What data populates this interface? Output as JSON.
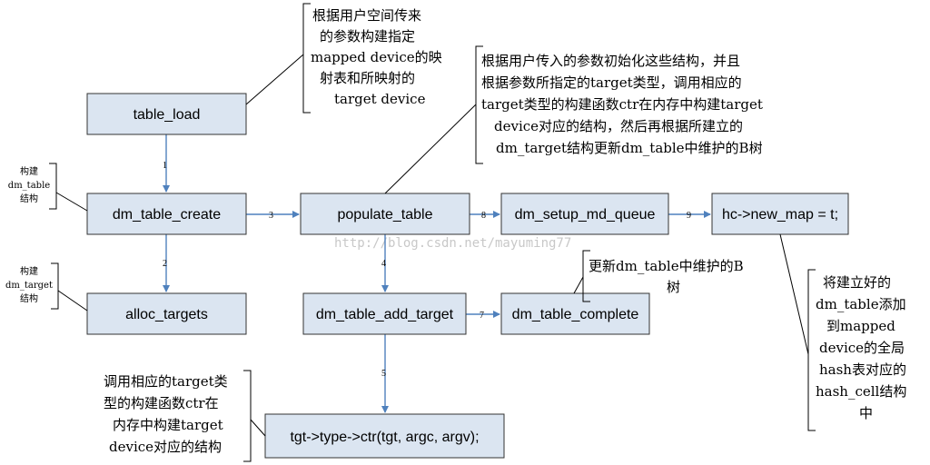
{
  "nodes": {
    "table_load": "table_load",
    "dm_table_create": "dm_table_create",
    "alloc_targets": "alloc_targets",
    "populate_table": "populate_table",
    "dm_setup_md_queue": "dm_setup_md_queue",
    "new_map": "hc->new_map = t;",
    "dm_table_add_target": "dm_table_add_target",
    "dm_table_complete": "dm_table_complete",
    "type_ctr": "tgt->type->ctr(tgt, argc, argv);"
  },
  "edges": {
    "e1": "1",
    "e2": "2",
    "e3": "3",
    "e4": "4",
    "e5": "5",
    "e7": "7",
    "e8": "8",
    "e9": "9"
  },
  "notes": {
    "table_load": [
      "根据用户空间传来",
      "的参数构建指定",
      "mapped device的映",
      "射表和所映射的",
      "target device"
    ],
    "populate": [
      "根据用户传入的参数初始化这些结构，并且",
      "根据参数所指定的target类型，调用相应的",
      "target类型的构建函数ctr在内存中构建target",
      "device对应的结构，然后再根据所建立的",
      "dm_target结构更新dm_table中维护的B树"
    ],
    "complete": [
      "更新dm_table中维护的B",
      "树"
    ],
    "hash": [
      "将建立好的",
      "dm_table添加",
      "到mapped",
      "device的全局",
      "hash表对应的",
      "hash_cell结构",
      "中"
    ],
    "ctr": [
      "调用相应的target类",
      "型的构建函数ctr在",
      "内存中构建target",
      "device对应的结构"
    ],
    "build_dm_table": [
      "构建",
      "dm_table",
      "结构"
    ],
    "build_dm_target": [
      "构建",
      "dm_target",
      "结构"
    ]
  },
  "watermark": "http://blog.csdn.net/mayuming77"
}
